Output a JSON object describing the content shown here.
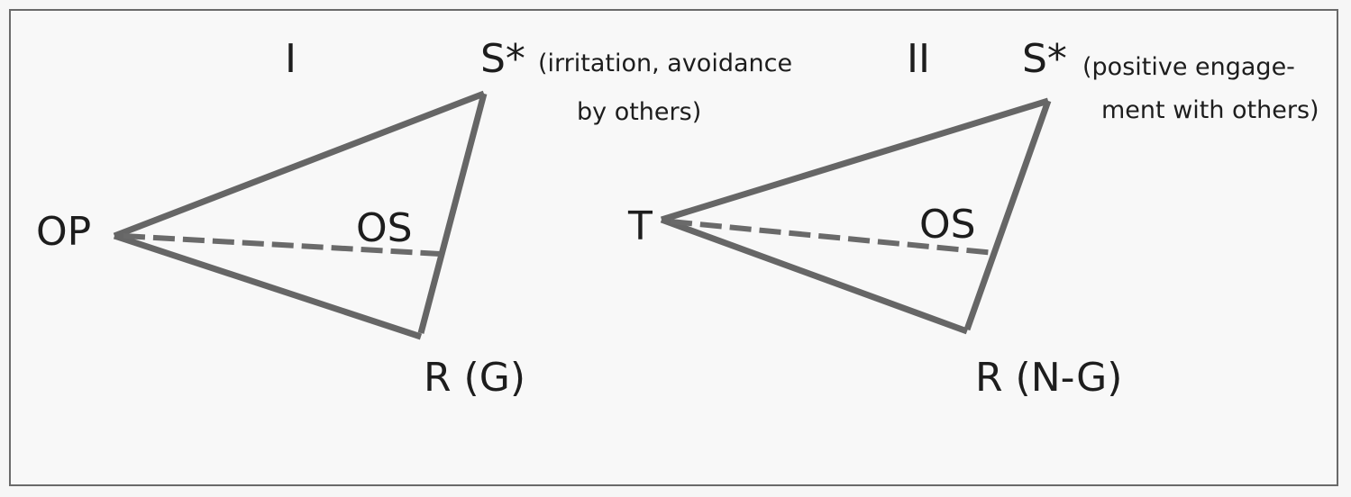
{
  "panel_one": {
    "numeral": "I",
    "stimulus": "S*",
    "note_line1": "(irritation, avoidance",
    "note_line2": "by others)",
    "origin": "OP",
    "mediator": "OS",
    "response": "R (G)"
  },
  "panel_two": {
    "numeral": "II",
    "stimulus": "S*",
    "note_line1": "(positive engage-",
    "note_line2": "ment with others)",
    "origin": "T",
    "mediator": "OS",
    "response": "R (N-G)"
  },
  "colors": {
    "stroke": "#666666",
    "text": "#1d1d1d"
  }
}
